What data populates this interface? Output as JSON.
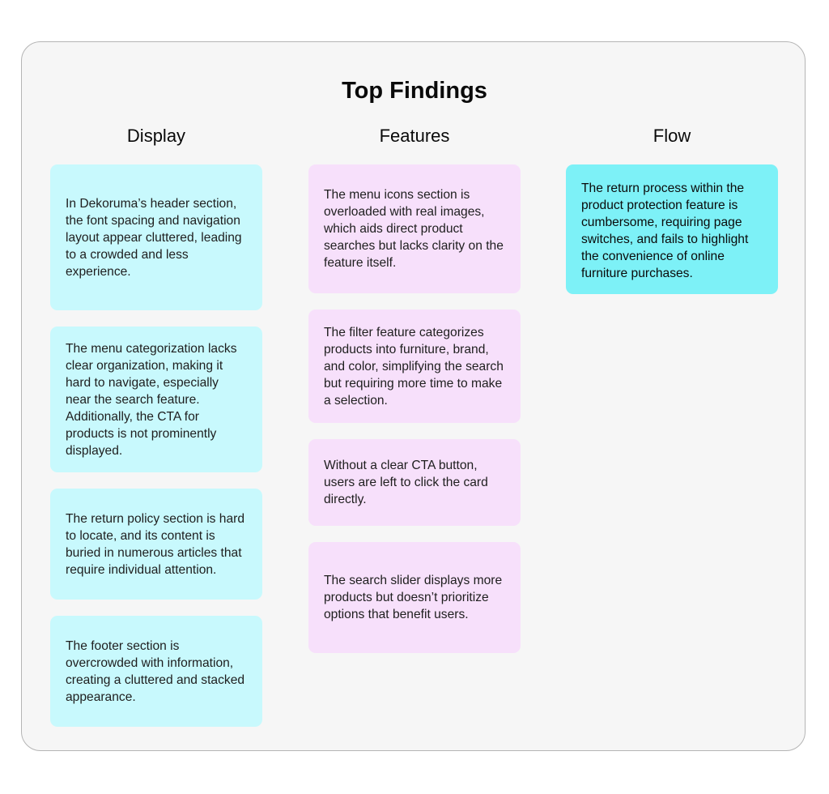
{
  "title": "Top Findings",
  "columns": [
    {
      "heading": "Display",
      "cards": [
        "In Dekoruma’s header section, the font spacing and navigation layout appear cluttered, leading to a crowded and less experience.",
        "The menu categorization lacks clear organization, making it hard to navigate, especially near the search feature. Additionally, the CTA for products is not prominently displayed.",
        "The return policy section is hard to locate, and its content is buried in numerous articles that require individual attention.",
        "The footer section is overcrowded with information, creating a cluttered and stacked appearance."
      ]
    },
    {
      "heading": "Features",
      "cards": [
        "The menu icons section is overloaded with real images, which aids direct product searches but lacks clarity on the feature itself.",
        "The filter feature categorizes products into furniture, brand, and color, simplifying the search but requiring more time to make a selection.",
        "Without a clear CTA button, users are left to click the card directly.",
        "The search slider displays more products but doesn’t prioritize options that benefit users."
      ]
    },
    {
      "heading": "Flow",
      "cards": [
        "The return process within the product protection feature is cumbersome, requiring page switches, and fails to highlight the convenience of online furniture purchases."
      ]
    }
  ],
  "colors": {
    "display_card": "#c8f9fd",
    "features_card": "#f7e0fb",
    "flow_card": "#7df1f7",
    "panel_background": "#f6f6f6"
  }
}
